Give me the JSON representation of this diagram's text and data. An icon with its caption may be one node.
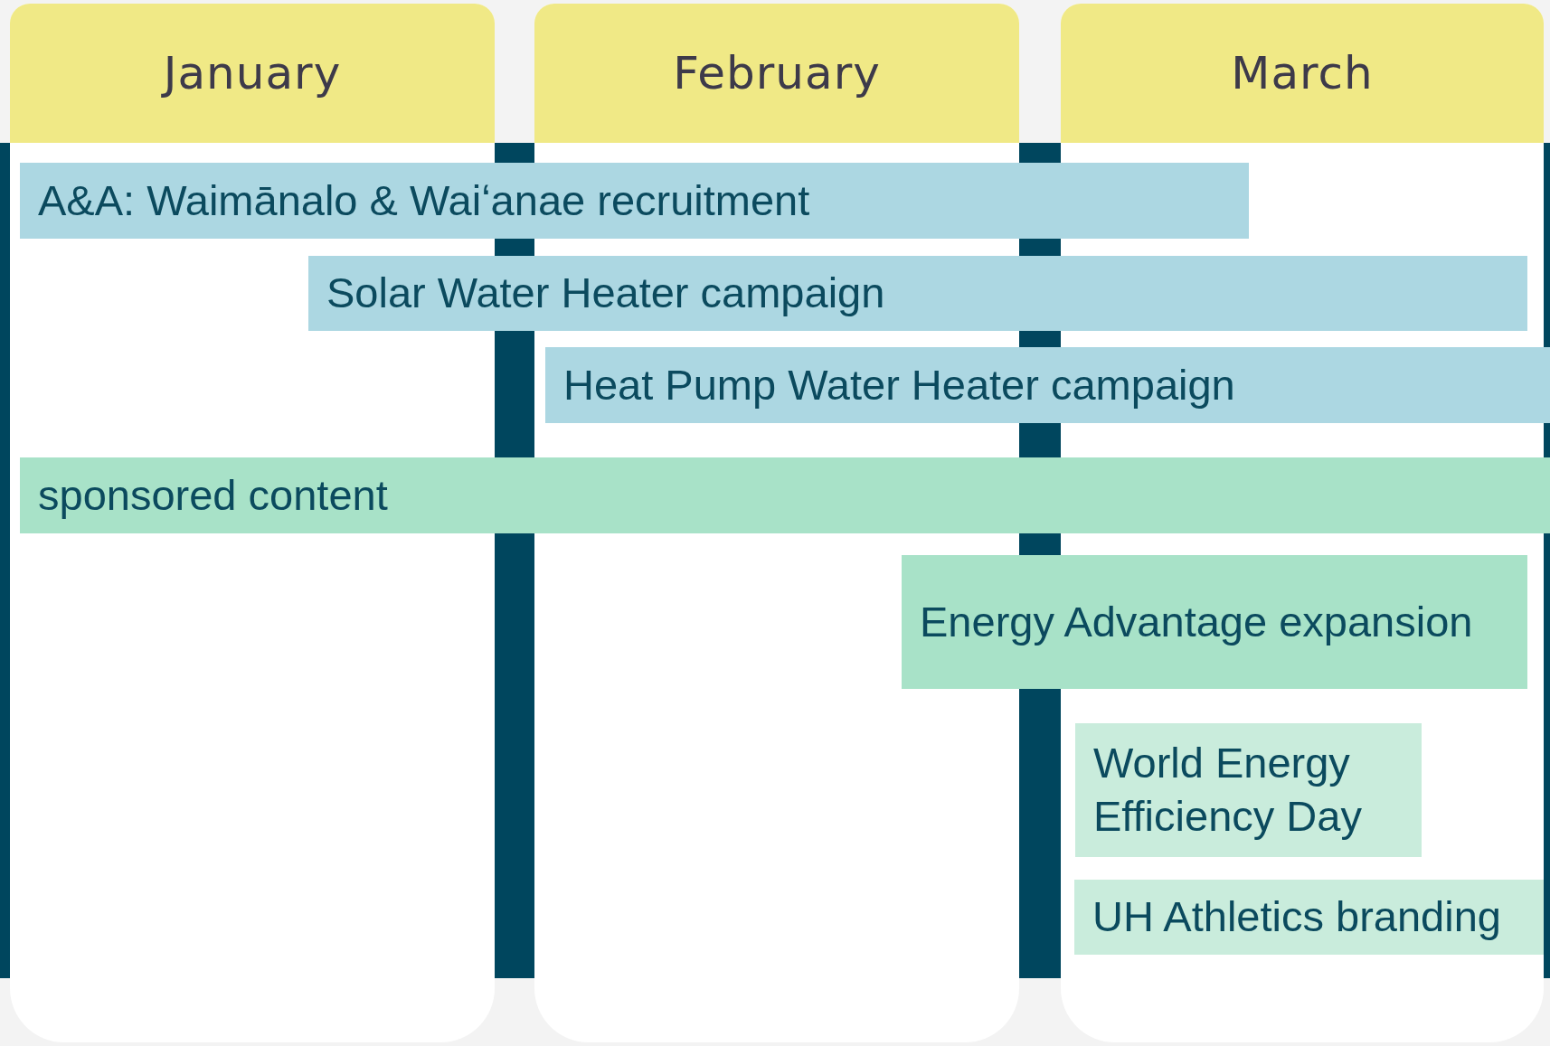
{
  "diagram": {
    "nodes": [
      {
        "text": [
          "January"
        ]
      },
      {
        "text": [
          "February"
        ]
      },
      {
        "text": [
          "March"
        ]
      },
      {
        "text": [
          "A&A: Waimānalo & Waiʻanae recruitment"
        ]
      },
      {
        "text": [
          "Solar Water Heater campaign"
        ]
      },
      {
        "text": [
          "Heat Pump Water Heater campaign"
        ]
      },
      {
        "text": [
          "sponsored content"
        ]
      },
      {
        "text": [
          "Energy Advantage expansion"
        ]
      },
      {
        "text": [
          "World Energy Efficiency Day"
        ],
        "in": 2
      },
      {
        "text": [
          "UH Athletics branding"
        ],
        "in": 2
      }
    ]
  }
}
